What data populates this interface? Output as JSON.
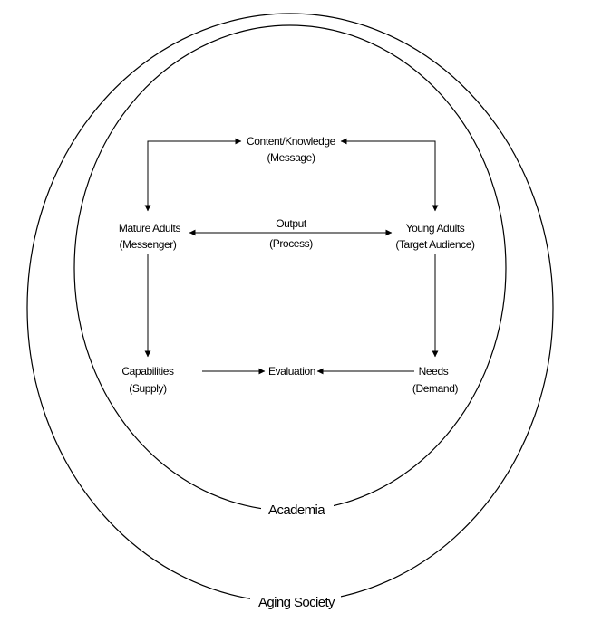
{
  "diagram": {
    "outer_ring": {
      "label": "Aging Society"
    },
    "inner_ring": {
      "label": "Academia"
    },
    "nodes": {
      "content": {
        "line1": "Content/Knowledge",
        "line2": "(Message)"
      },
      "mature_adults": {
        "line1": "Mature Adults",
        "line2": "(Messenger)"
      },
      "output": {
        "line1": "Output",
        "line2": "(Process)"
      },
      "young_adults": {
        "line1": "Young Adults",
        "line2": "(Target Audience)"
      },
      "capabilities": {
        "line1": "Capabilities",
        "line2": "(Supply)"
      },
      "evaluation": {
        "line1": "Evaluation"
      },
      "needs": {
        "line1": "Needs",
        "line2": "(Demand)"
      }
    },
    "edges": [
      {
        "from": "content",
        "to": "mature_adults",
        "style": "elbow, arrowheads both ends"
      },
      {
        "from": "content",
        "to": "young_adults",
        "style": "elbow, arrowheads both ends"
      },
      {
        "from": "mature_adults",
        "to": "young_adults",
        "style": "arrowheads both ends"
      },
      {
        "from": "mature_adults",
        "to": "capabilities",
        "style": "arrow"
      },
      {
        "from": "young_adults",
        "to": "needs",
        "style": "arrow"
      },
      {
        "from": "capabilities",
        "to": "evaluation",
        "style": "arrow"
      },
      {
        "from": "needs",
        "to": "evaluation",
        "style": "arrow"
      }
    ],
    "colors": {
      "line": "#000000",
      "background": "#ffffff"
    }
  }
}
